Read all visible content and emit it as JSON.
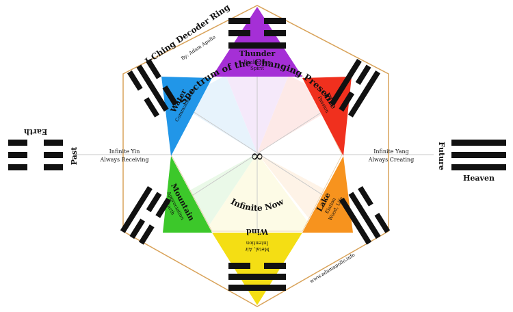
{
  "title": "I-Ching Decoder Ring",
  "author": "By: Adam Apollo",
  "website": "www.adamapollo.info",
  "center": {
    "arc_top": "Spectrum of the Changing Present",
    "symbol": "∞",
    "arc_bottom": "Infinite Now"
  },
  "left": {
    "trigram_label": "Earth",
    "time_label": "Past",
    "line1": "Infinite Yin",
    "line2": "Always Receiving"
  },
  "right": {
    "trigram_label": "Heaven",
    "time_label": "Future",
    "line1": "Infinite Yang",
    "line2": "Always Creating"
  },
  "sectors": [
    {
      "id": "thunder",
      "name": "Thunder",
      "sub1": "Realization",
      "sub2": "Spirit",
      "color": "#a52fd6"
    },
    {
      "id": "fire",
      "name": "Fire",
      "sub1": "Passion",
      "sub2": "",
      "color": "#f0301e"
    },
    {
      "id": "lake",
      "name": "Lake",
      "sub1": "Elation",
      "sub2": "Wood, Life",
      "color": "#f7931e"
    },
    {
      "id": "wind",
      "name": "Wind",
      "sub1": "Intention",
      "sub2": "Metal, Air",
      "color": "#f4de14"
    },
    {
      "id": "mountain",
      "name": "Mountain",
      "sub1": "Appreciation",
      "sub2": "Earth",
      "color": "#3cc82a"
    },
    {
      "id": "water",
      "name": "Water",
      "sub1": "Communication",
      "sub2": "",
      "color": "#2196e8"
    }
  ],
  "colors": {
    "hexagon_border": "#d9a35a",
    "ink": "#111111",
    "guide": "#c8c8c8"
  }
}
